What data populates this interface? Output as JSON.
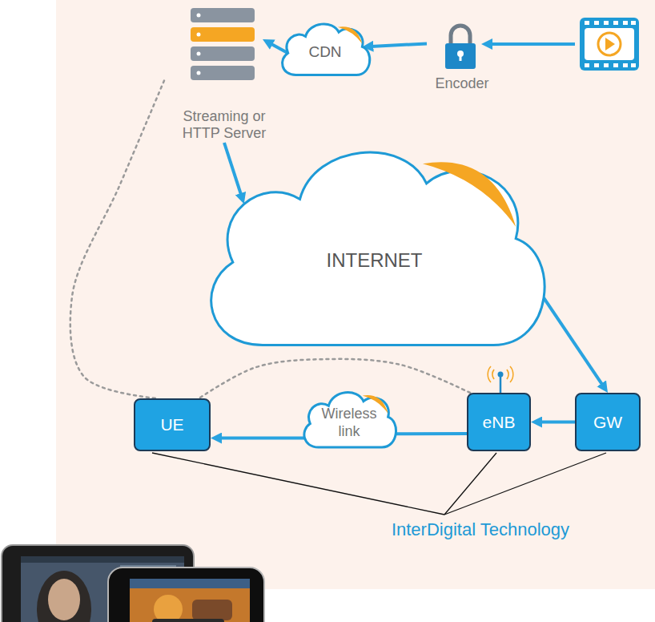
{
  "diagram": {
    "nodes": [
      {
        "text": [
          "Streaming or HTTP Server"
        ]
      },
      {
        "text": [
          "CDN"
        ]
      },
      {
        "text": [
          "Encoder"
        ]
      },
      {
        "text": [
          "INTERNET"
        ]
      },
      {
        "text": [
          "UE"
        ]
      },
      {
        "text": [
          "Wireless link"
        ]
      },
      {
        "text": [
          "eNB"
        ]
      },
      {
        "text": [
          "GW"
        ]
      }
    ],
    "edges": [
      {
        "from": 2,
        "to": 1,
        "arrow": "to"
      },
      {
        "from": 1,
        "to": 0,
        "arrow": "to"
      },
      {
        "from": 0,
        "to": 3,
        "arrow": "to"
      },
      {
        "from": 3,
        "to": 7,
        "arrow": "to"
      },
      {
        "from": 7,
        "to": 6,
        "arrow": "to"
      },
      {
        "from": 6,
        "to": 5,
        "arrow": "none"
      },
      {
        "from": 5,
        "to": 4,
        "arrow": "to"
      },
      {
        "from": 0,
        "to": 4,
        "arrow": "none"
      },
      {
        "from": 6,
        "to": 4,
        "arrow": "none"
      }
    ],
    "labels": [
      "InterDigital Technology"
    ]
  }
}
